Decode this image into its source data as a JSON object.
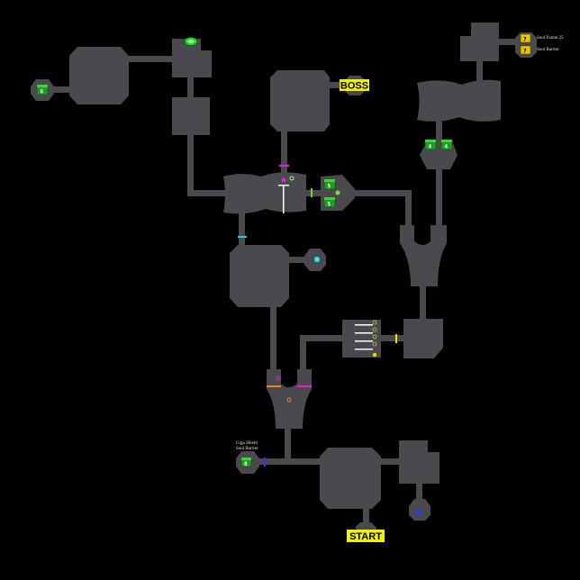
{
  "map": {
    "labels": {
      "boss": "BOSS",
      "start": "START",
      "loot_top_right_1": "Soul Frame 25",
      "loot_top_right_2": "Soul Barrier",
      "loot_left_1": "Giga Shield",
      "loot_left_2": "Soul Barrier"
    },
    "chests": {
      "left_far": "6",
      "top_right_left": "4",
      "top_right_right": "4",
      "center_top": "5",
      "center_bottom": "5",
      "start_left": "8",
      "tr_top": "7",
      "tr_bottom": "7"
    },
    "icons": {
      "green_orb": "green-orb-icon",
      "cyan_orb": "cyan-orb-icon",
      "blue_orb": "blue-orb-icon"
    },
    "colors": {
      "background": "#000000",
      "room": "#4a4a4e",
      "label": "#f2f200",
      "door_magenta": "#e020e0",
      "door_cyan": "#20d0e0",
      "door_green": "#60e020",
      "door_yellow": "#f0e000",
      "door_orange": "#f08020",
      "door_blue": "#2040ff"
    }
  }
}
